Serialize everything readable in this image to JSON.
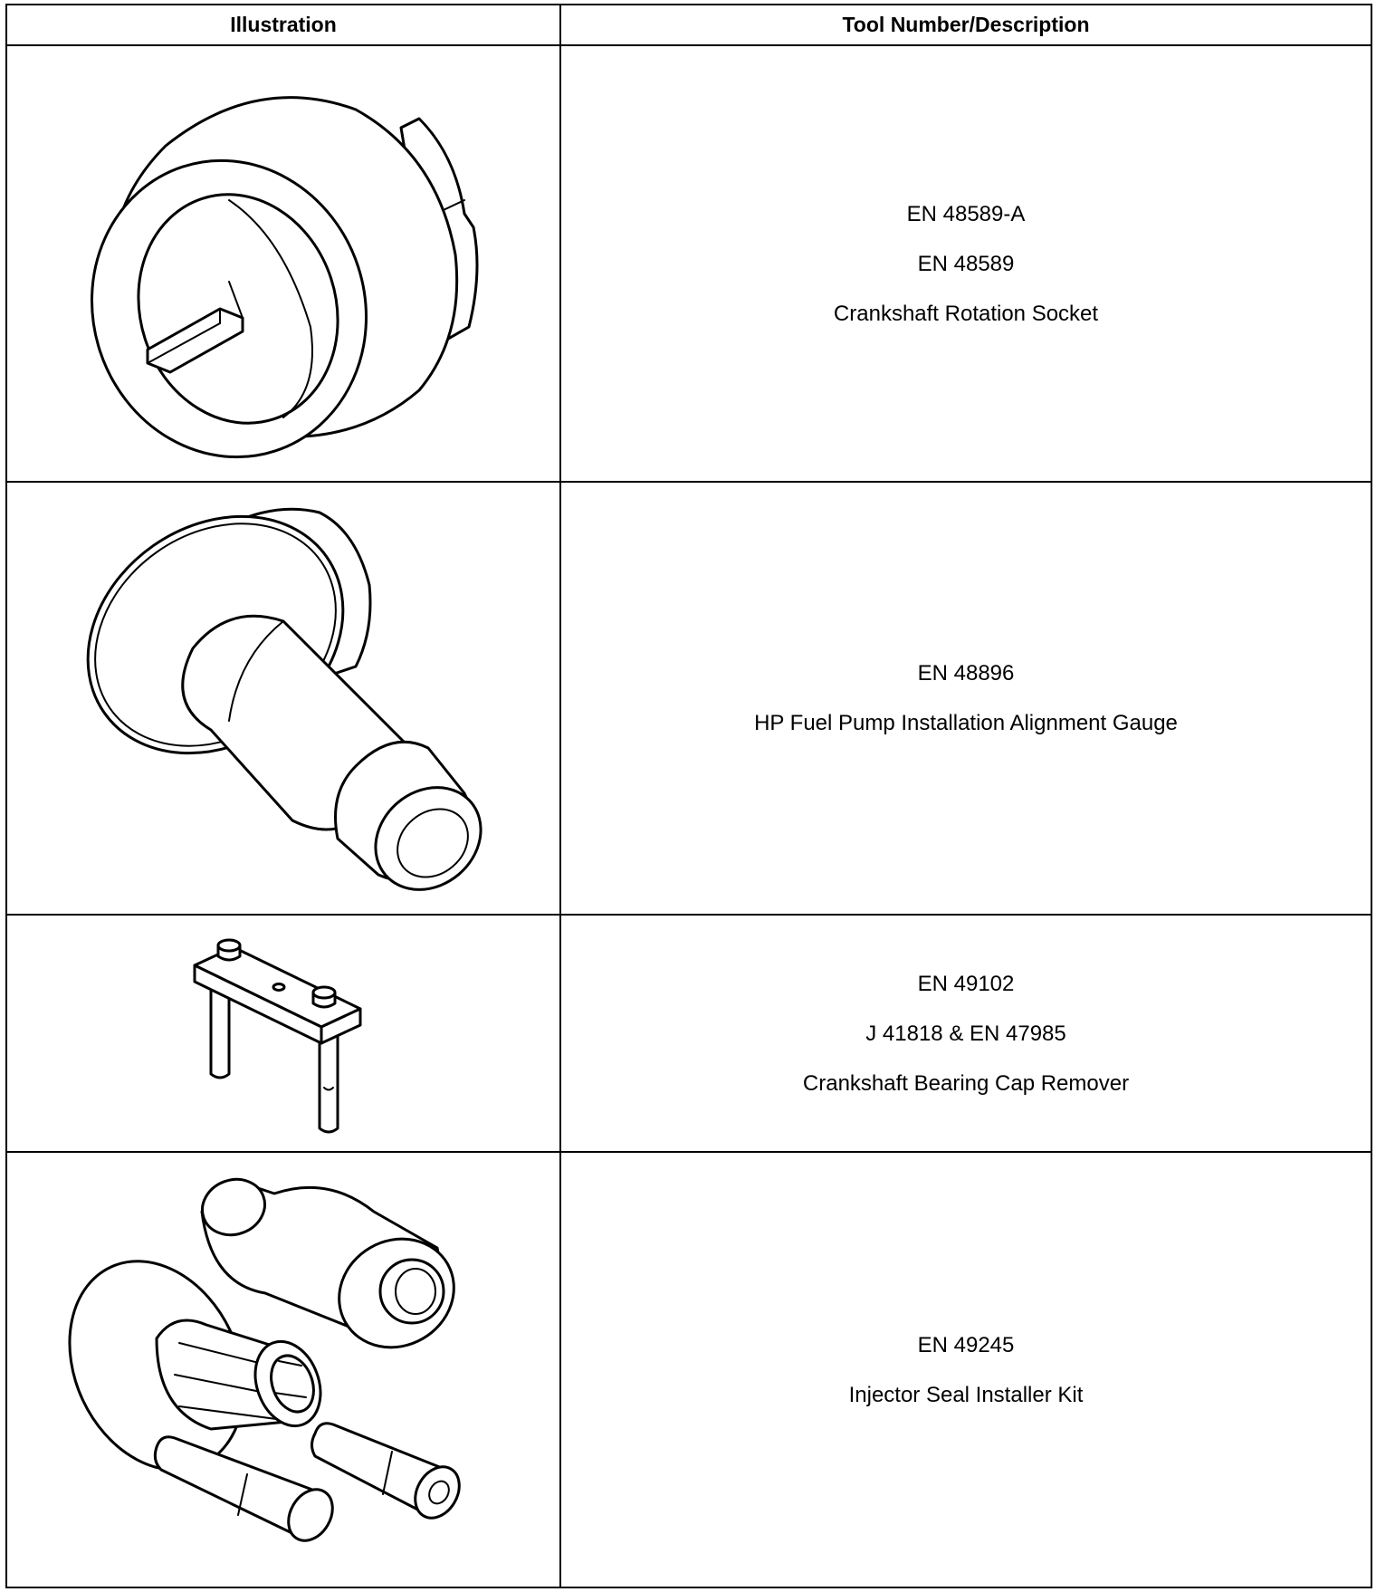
{
  "table": {
    "headers": {
      "illustration": "Illustration",
      "description": "Tool Number/Description"
    },
    "rows": [
      {
        "illustration_icon": "crankshaft-rotation-socket-drawing",
        "lines": [
          "EN 48589-A",
          "EN 48589",
          "Crankshaft Rotation Socket"
        ]
      },
      {
        "illustration_icon": "fuel-pump-alignment-gauge-drawing",
        "lines": [
          "EN 48896",
          "HP Fuel Pump Installation Alignment Gauge"
        ]
      },
      {
        "illustration_icon": "bearing-cap-remover-drawing",
        "lines": [
          "EN 49102",
          "J 41818 & EN 47985",
          "Crankshaft Bearing Cap Remover"
        ]
      },
      {
        "illustration_icon": "injector-seal-installer-kit-drawing",
        "lines": [
          "EN 49245",
          "Injector Seal Installer Kit"
        ]
      }
    ]
  }
}
